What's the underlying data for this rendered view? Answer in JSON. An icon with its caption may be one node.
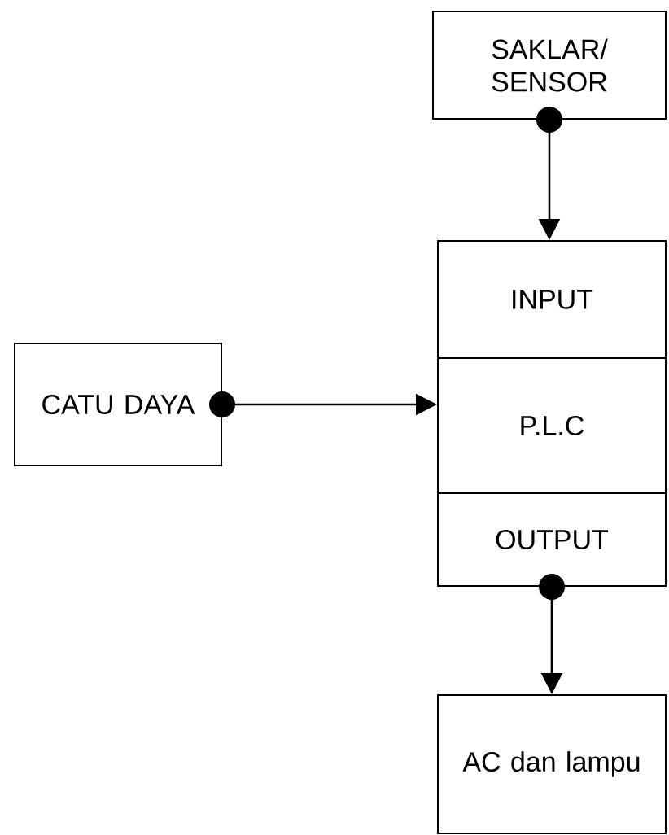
{
  "diagram": {
    "nodes": [
      {
        "text": [
          "SAKLAR/ SENSOR"
        ]
      },
      {
        "text": [
          "INPUT"
        ]
      },
      {
        "text": [
          "CATU DAYA"
        ]
      },
      {
        "text": [
          "P.L.C"
        ]
      },
      {
        "text": [
          "OUTPUT"
        ]
      },
      {
        "text": [
          "AC dan lampu"
        ]
      }
    ],
    "edges": [
      {
        "from": 0,
        "to": 1,
        "arrow": "to"
      },
      {
        "from": 2,
        "to": 3,
        "arrow": "to"
      },
      {
        "from": 4,
        "to": 5,
        "arrow": "to"
      }
    ]
  }
}
